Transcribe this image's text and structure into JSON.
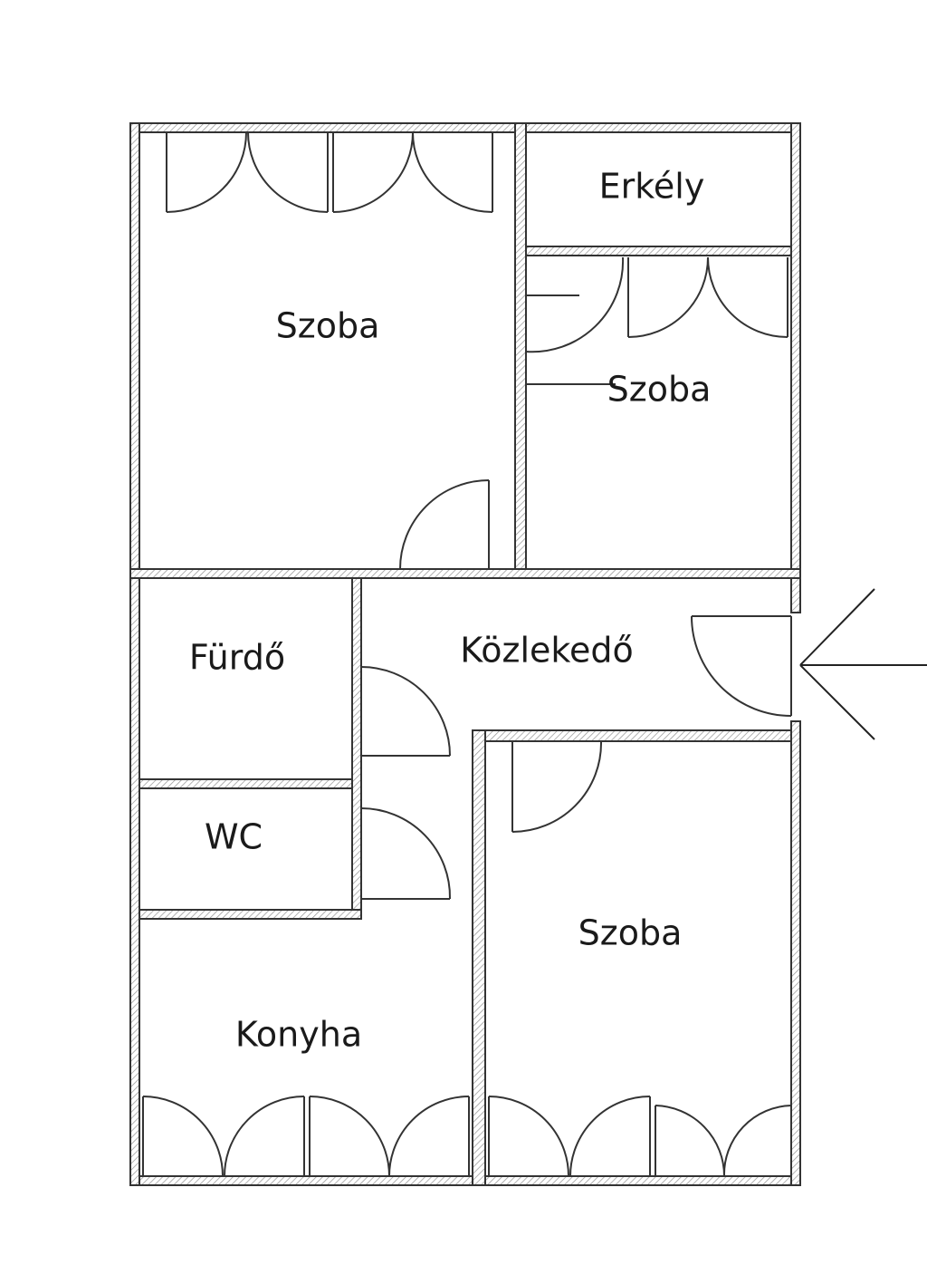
{
  "rooms": {
    "szoba_top_left": "Szoba",
    "erkely": "Erkély",
    "szoba_right": "Szoba",
    "furdo": "Fürdő",
    "kozlekedo": "Közlekedő",
    "wc": "WC",
    "szoba_bottom_right": "Szoba",
    "konyha": "Konyha"
  },
  "colors": {
    "wall_stroke": "#333333",
    "hatch": "#999999",
    "background": "#ffffff",
    "label": "#1a1a1a"
  },
  "icons": {
    "entrance": "entrance-arrow-icon"
  }
}
